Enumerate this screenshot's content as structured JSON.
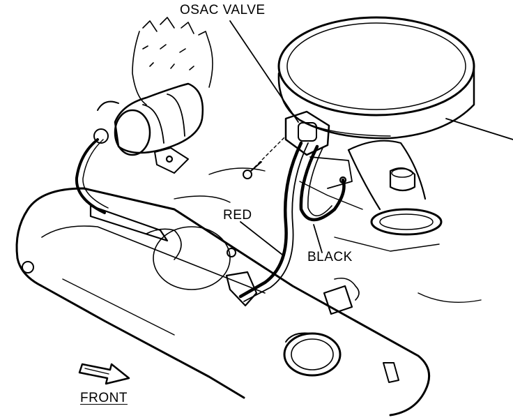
{
  "labels": {
    "osac_valve": "OSAC VALVE",
    "red": "RED",
    "black": "BLACK",
    "front": "FRONT"
  },
  "colors": {
    "ink": "#000000",
    "paper": "#ffffff"
  }
}
